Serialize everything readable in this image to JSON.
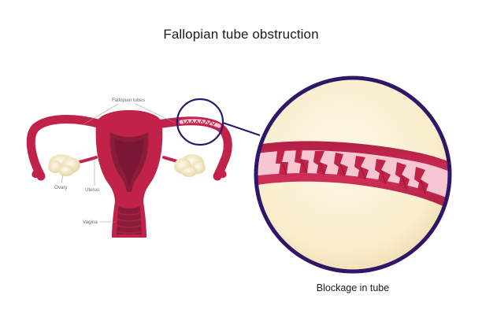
{
  "title": "Fallopian tube obstruction",
  "labels": {
    "fallopian_tubes": "Fallopian tubes",
    "ovary": "Ovary",
    "uterus": "Uterus",
    "vagina": "Vagina"
  },
  "caption": "Blockage in tube",
  "colors": {
    "tissue": "#c0224a",
    "tissue_dark": "#8e1234",
    "cavity": "#8a1c3a",
    "lining_pink": "#f6c6d3",
    "ovary": "#efe3b8",
    "zoom_bg": "#fbf1d6",
    "zoom_ring": "#2e1766",
    "label_line": "#9a9a9a"
  }
}
